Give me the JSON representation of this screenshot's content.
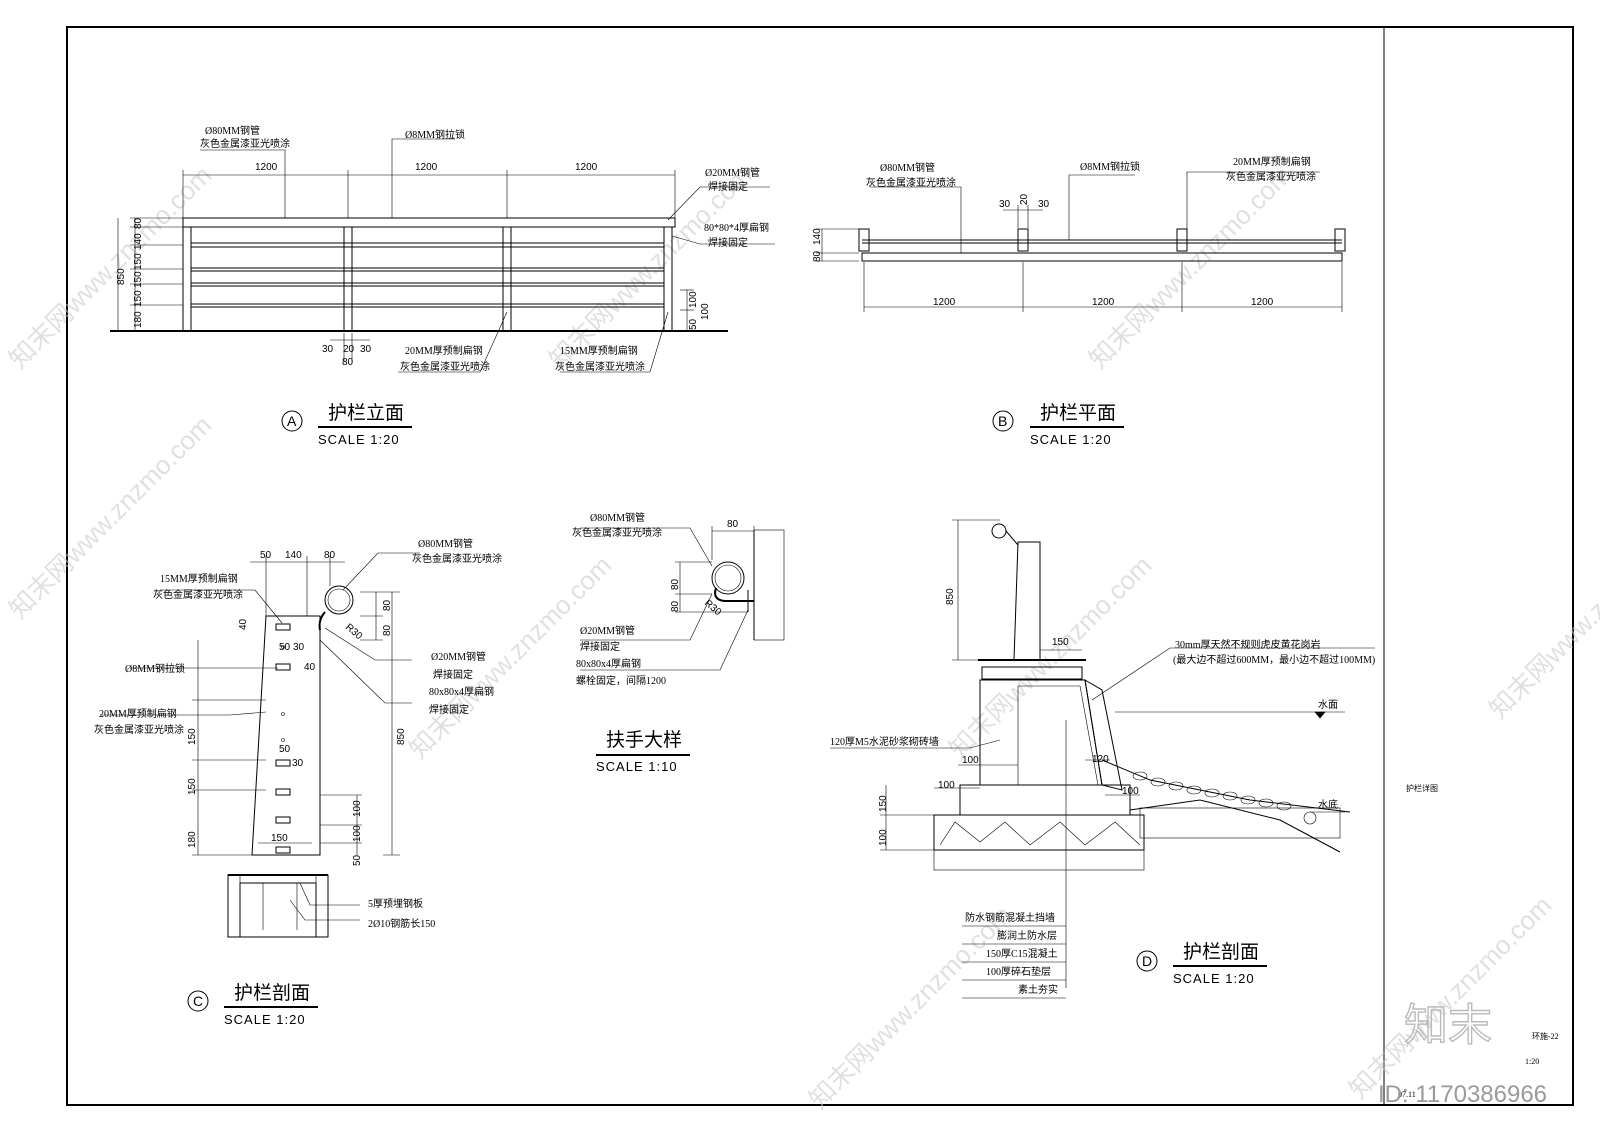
{
  "title_block": {
    "drawing_name": "护栏详图",
    "drawing_no": "环施-22",
    "scale": "1:20",
    "small_code": "07.11"
  },
  "branding": {
    "logo_text": "知末",
    "id_text": "ID: 1170386966",
    "watermark_text": "知末网www.znzmo.com"
  },
  "view_a": {
    "marker": "A",
    "title": "护栏立面",
    "scale": "SCALE  1:20",
    "callouts": {
      "pipe80_1": "Ø80MM钢管",
      "pipe80_2": "灰色金属漆亚光喷涂",
      "lock8": "Ø8MM钢拉锁",
      "pipe20_1": "Ø20MM钢管",
      "pipe20_2": "焊接固定",
      "flat80_1": "80*80*4厚扁钢",
      "flat80_2": "焊接固定",
      "flat20_1": "20MM厚预制扁钢",
      "flat20_2": "灰色金属漆亚光喷涂",
      "flat15_1": "15MM厚预制扁钢",
      "flat15_2": "灰色金属漆亚光喷涂"
    },
    "dims": {
      "span1": "1200",
      "span2": "1200",
      "span3": "1200",
      "h_total": "850",
      "v_80": "80",
      "v_140": "140",
      "v_150a": "150",
      "v_150b": "150",
      "v_150c": "150",
      "v_180": "180",
      "r_100a": "100",
      "r_100b": "100",
      "r_50": "50",
      "b_30a": "30",
      "b_20": "20",
      "b_30b": "30",
      "b_80": "80"
    }
  },
  "view_b": {
    "marker": "B",
    "title": "护栏平面",
    "scale": "SCALE  1:20",
    "callouts": {
      "pipe80_1": "Ø80MM钢管",
      "pipe80_2": "灰色金属漆亚光喷涂",
      "lock8": "Ø8MM钢拉锁",
      "flat20_1": "20MM厚预制扁钢",
      "flat20_2": "灰色金属漆亚光喷涂"
    },
    "dims": {
      "span1": "1200",
      "span2": "1200",
      "span3": "1200",
      "t_30a": "30",
      "t_20": "20",
      "t_30b": "30",
      "v_80": "80",
      "v_140": "140"
    }
  },
  "view_c": {
    "marker": "C",
    "title": "护栏剖面",
    "scale": "SCALE  1:20",
    "callouts": {
      "pipe80_1": "Ø80MM钢管",
      "pipe80_2": "灰色金属漆亚光喷涂",
      "flat15_1": "15MM厚预制扁钢",
      "flat15_2": "灰色金属漆亚光喷涂",
      "lock8": "Ø8MM钢拉锁",
      "flat20_1": "20MM厚预制扁钢",
      "flat20_2": "灰色金属漆亚光喷涂",
      "pipe20_1": "Ø20MM钢管",
      "pipe20_2": "焊接固定",
      "flat80_1": "80x80x4厚扁钢",
      "flat80_2": "焊接固定",
      "plate": "5厚预埋钢板",
      "rebar": "2Ø10钢筋长150"
    },
    "dims": {
      "t_50": "50",
      "t_140": "140",
      "t_80": "80",
      "r_80a": "80",
      "r_80b": "80",
      "r_850": "850",
      "l_40": "40",
      "l_50": "50",
      "l_30": "30",
      "l_40b": "40",
      "l_150a": "150",
      "l_150b": "150",
      "l_180": "180",
      "m_50": "50",
      "m_30": "30",
      "m_150": "150",
      "i_100a": "100",
      "i_100b": "100",
      "i_50": "50",
      "r30": "R30"
    }
  },
  "detail": {
    "title": "扶手大样",
    "scale": "SCALE  1:10",
    "callouts": {
      "pipe80_1": "Ø80MM钢管",
      "pipe80_2": "灰色金属漆亚光喷涂",
      "pipe20_1": "Ø20MM钢管",
      "pipe20_2": "焊接固定",
      "flat_1": "80x80x4厚扁钢",
      "flat_2": "螺栓固定，间隔1200"
    },
    "dims": {
      "t_80": "80",
      "l_80a": "80",
      "l_80b": "80",
      "r30": "R30"
    }
  },
  "view_d": {
    "marker": "D",
    "title": "护栏剖面",
    "scale": "SCALE  1:20",
    "callouts": {
      "granite_1": "30mm厚天然不规则虎皮黄花岗岩",
      "granite_2": "(最大边不超过600MM，最小边不超过100MM)",
      "water_surface": "水面",
      "water_bottom": "水底",
      "brick_wall": "120厚M5水泥砂浆砌砖墙"
    },
    "layers": [
      "防水钢筋混凝土挡墙",
      "膨润土防水层",
      "150厚C15混凝土",
      "100厚碎石垫层",
      "素土夯实"
    ],
    "dims": {
      "h_850": "850",
      "w_150": "150",
      "d_100a": "100",
      "d_100b": "100",
      "d_120": "120",
      "d_100c": "100",
      "l_150": "150",
      "l_100": "100"
    }
  }
}
